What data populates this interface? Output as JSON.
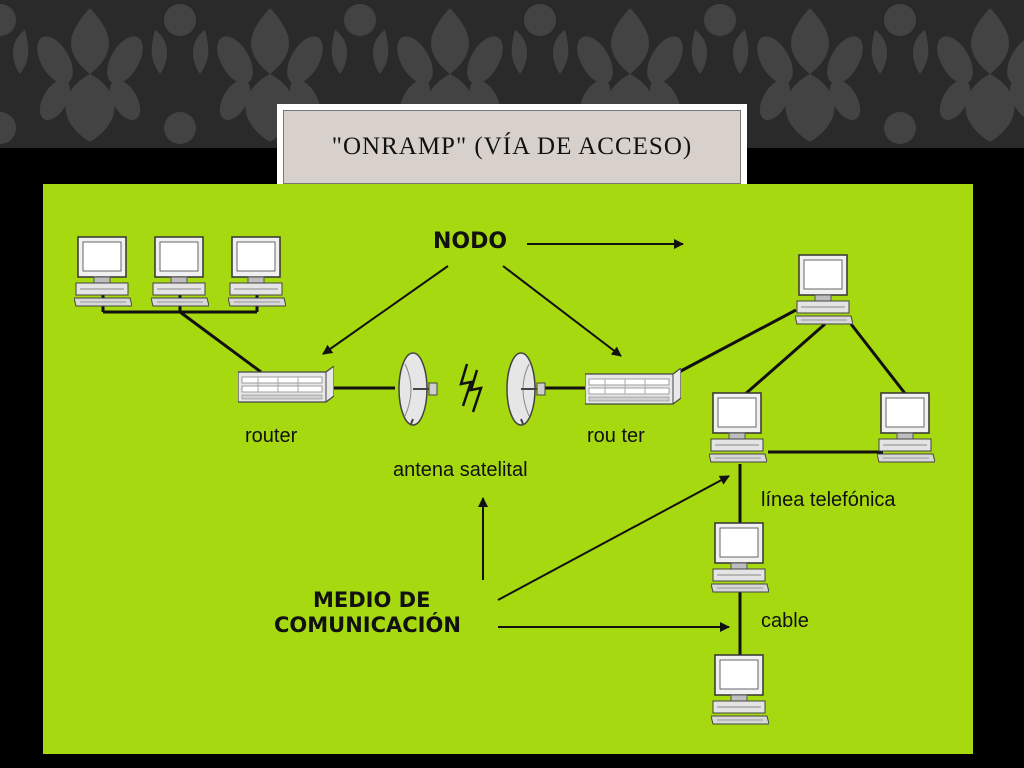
{
  "slide": {
    "title": "\"ONRAMP\" (VÍA DE ACCESO)"
  },
  "diagram": {
    "labels": {
      "nodo": "NODO",
      "router_left": "router",
      "router_right": "rou ter",
      "antena": "antena satelital",
      "linea": "línea telefónica",
      "cable": "cable",
      "medio_line1": "MEDIO DE",
      "medio_line2": "COMUNICACIÓN"
    },
    "colors": {
      "background": "#a6d90f",
      "slide_background": "#000000",
      "pattern_band": "#2a2a2a",
      "title_box": "#d8d1cb"
    }
  }
}
